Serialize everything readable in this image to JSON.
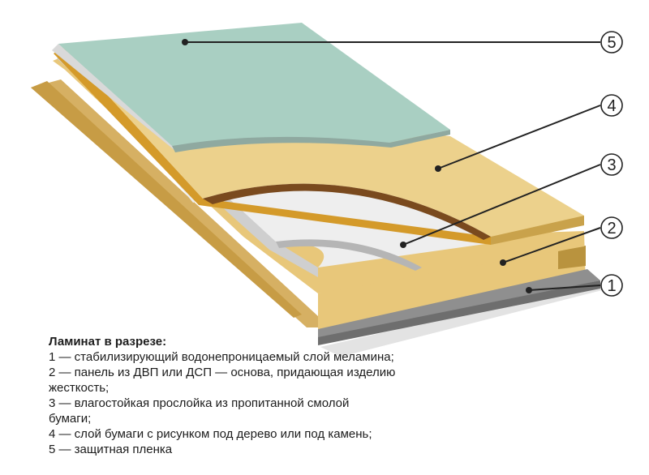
{
  "callouts": [
    "1",
    "2",
    "3",
    "4",
    "5"
  ],
  "legend": {
    "title": "Ламинат в разрезе:",
    "lines": [
      "1 — стабилизирующий водонепроницаемый слой меламина;",
      "2 — панель из ДВП или ДСП — основа, придающая изделию",
      "жесткость;",
      "3 — влагостойкая прослойка из пропитанной смолой",
      "бумаги;",
      "4 — слой бумаги с рисунком под дерево или под камень;",
      "5 — защитная пленка"
    ]
  },
  "colors": {
    "film": "#a9cfc2",
    "decor": "#ecd18c",
    "brown": "#7a4a1e",
    "kraft": "#eeeeee",
    "core": "#e8c77a",
    "base": "#8f8f8f"
  }
}
